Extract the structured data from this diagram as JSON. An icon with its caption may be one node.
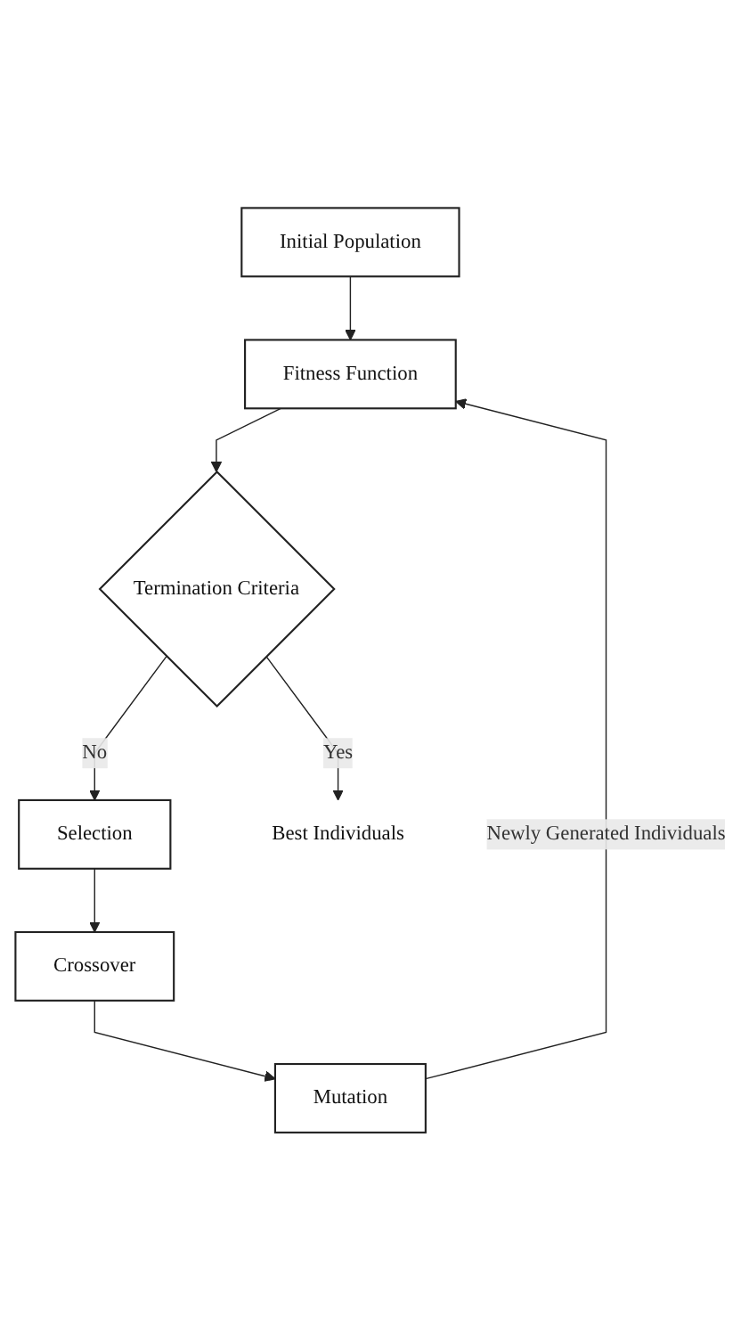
{
  "diagram": {
    "nodes": [
      {
        "text": [
          "Initial Population"
        ]
      },
      {
        "text": [
          "Fitness Function"
        ]
      },
      {
        "text": [
          "Termination Criteria"
        ]
      },
      {
        "text": [
          "Selection"
        ]
      },
      {
        "text": [
          "Crossover"
        ]
      },
      {
        "text": [
          "Mutation"
        ]
      },
      {
        "text": [
          "Best Individuals"
        ]
      }
    ],
    "edges": [
      {
        "from": 0,
        "to": 1,
        "arrow": "to"
      },
      {
        "from": 1,
        "to": 2,
        "arrow": "to"
      },
      {
        "from": 2,
        "to": 6,
        "label": "Yes",
        "arrow": "to"
      },
      {
        "from": 2,
        "to": 3,
        "label": "No",
        "arrow": "to"
      },
      {
        "from": 3,
        "to": 4,
        "arrow": "to"
      },
      {
        "from": 4,
        "to": 5,
        "arrow": "to"
      },
      {
        "from": 5,
        "to": 1,
        "label": "Newly Generated Individuals",
        "arrow": "to"
      }
    ]
  }
}
